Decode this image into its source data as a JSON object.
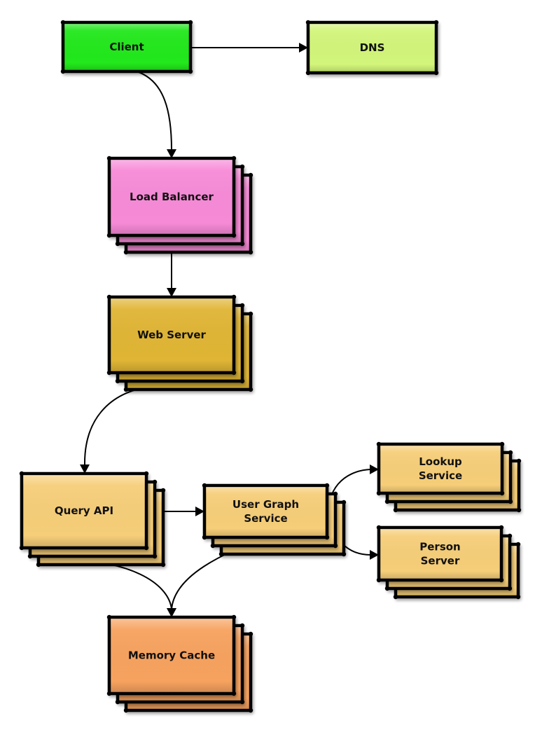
{
  "title": "System architecture diagram",
  "nodes": [
    {
      "id": "client",
      "label": [
        "Client"
      ],
      "color": "#22e81e",
      "stacked": false
    },
    {
      "id": "dns",
      "label": [
        "DNS"
      ],
      "color": "#d2f57a",
      "stacked": false
    },
    {
      "id": "load-balancer",
      "label": [
        "Load Balancer"
      ],
      "color": "#f78ad7",
      "stacked": true
    },
    {
      "id": "web-server",
      "label": [
        "Web Server"
      ],
      "color": "#e0b535",
      "stacked": true
    },
    {
      "id": "query-api",
      "label": [
        "Query API"
      ],
      "color": "#f6ce79",
      "stacked": true
    },
    {
      "id": "user-graph-service",
      "label": [
        "User Graph",
        "Service"
      ],
      "color": "#f6ce79",
      "stacked": true
    },
    {
      "id": "lookup-service",
      "label": [
        "Lookup",
        "Service"
      ],
      "color": "#f6ce79",
      "stacked": true
    },
    {
      "id": "person-server",
      "label": [
        "Person",
        "Server"
      ],
      "color": "#f6ce79",
      "stacked": true
    },
    {
      "id": "memory-cache",
      "label": [
        "Memory Cache"
      ],
      "color": "#f7a25e",
      "stacked": true
    }
  ],
  "edges": [
    {
      "from": "client",
      "to": "dns"
    },
    {
      "from": "client",
      "to": "load-balancer"
    },
    {
      "from": "load-balancer",
      "to": "web-server"
    },
    {
      "from": "web-server",
      "to": "query-api"
    },
    {
      "from": "query-api",
      "to": "user-graph-service"
    },
    {
      "from": "user-graph-service",
      "to": "lookup-service"
    },
    {
      "from": "user-graph-service",
      "to": "person-server"
    },
    {
      "from": "query-api",
      "to": "memory-cache"
    },
    {
      "from": "user-graph-service",
      "to": "memory-cache"
    }
  ]
}
